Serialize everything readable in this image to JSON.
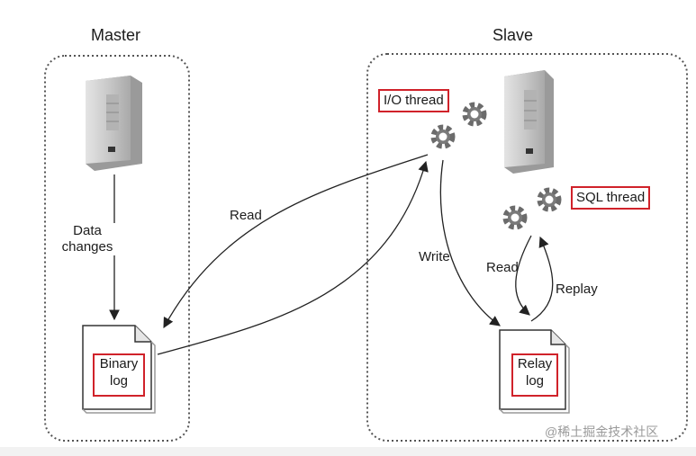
{
  "master": {
    "title": "Master",
    "arrow_label": "Data\nchanges",
    "binary_log": "Binary\nlog"
  },
  "slave": {
    "title": "Slave",
    "io_thread": "I/O thread",
    "sql_thread": "SQL thread",
    "write_label": "Write",
    "read_label": "Read",
    "replay_label": "Replay",
    "relay_log": "Relay\nlog"
  },
  "link": {
    "read_label": "Read"
  },
  "watermark": "@稀土掘金技术社区",
  "colors": {
    "highlight_box": "#d0222a",
    "dotted_border": "#555555",
    "server_body": "#c8c8c8"
  }
}
